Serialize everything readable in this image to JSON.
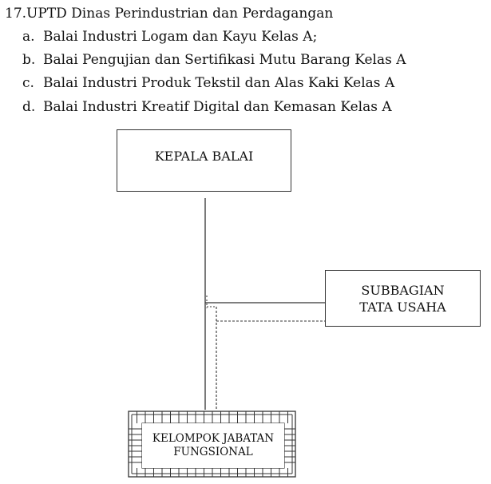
{
  "document": {
    "heading": "17.UPTD Dinas Perindustrian dan Perdagangan",
    "items": [
      {
        "marker": "a.",
        "text": "Balai Industri Logam dan Kayu Kelas A;"
      },
      {
        "marker": "b.",
        "text": "Balai Pengujian dan Sertifikasi Mutu Barang Kelas A"
      },
      {
        "marker": "c.",
        "text": "Balai Industri Produk Tekstil dan Alas Kaki Kelas A"
      },
      {
        "marker": "d.",
        "text": "Balai Industri Kreatif Digital dan Kemasan Kelas A"
      }
    ]
  },
  "org_chart": {
    "head": "KEPALA BALAI",
    "admin_line1": "SUBBAGIAN",
    "admin_line2": "TATA USAHA",
    "group_line1": "KELOMPOK JABATAN",
    "group_line2": "FUNGSIONAL"
  }
}
